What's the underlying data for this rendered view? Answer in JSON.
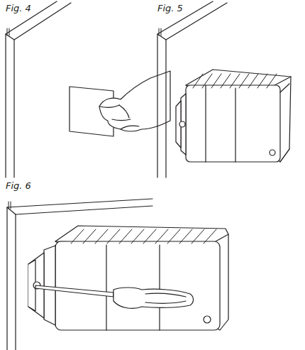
{
  "diagram": {
    "labels": [
      "Fig. 4",
      "Fig. 5",
      "Fig. 6"
    ]
  }
}
